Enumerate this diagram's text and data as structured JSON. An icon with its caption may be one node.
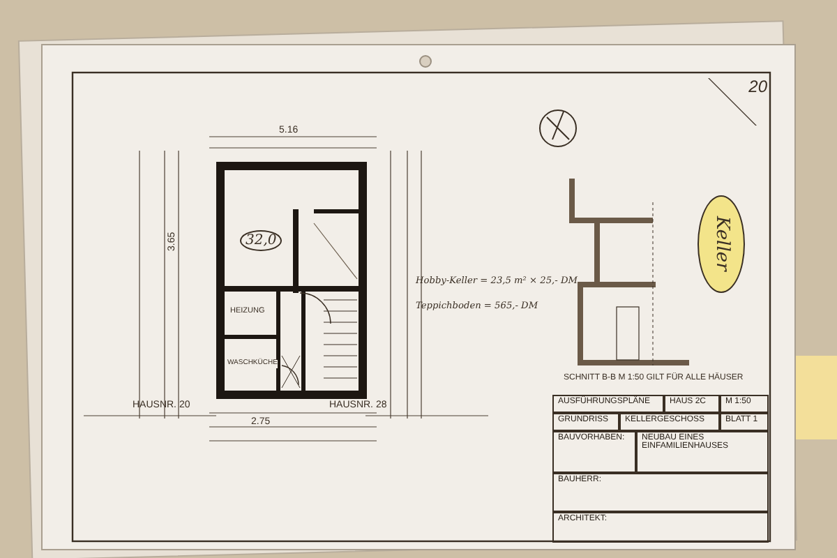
{
  "diagram": {
    "nodes": [
      {
        "text": [
          "HEIZUNG"
        ]
      },
      {
        "text": [
          "32,0"
        ]
      },
      {
        "text": [
          "WASCHKÜCHE"
        ]
      },
      {
        "text": [
          "20"
        ]
      },
      {
        "text": [
          "Keller"
        ]
      }
    ],
    "labels": [
      "5.16",
      "2.75",
      "3.65",
      "Hobby-Keller = 23,5 m² × 25,- DM",
      "Teppichboden = 565,- DM",
      "SCHNITT B-B M 1:50 GILT FÜR ALLE HÄUSER",
      "HAUSNR. 20",
      "HAUSNR. 28",
      "AUSFÜHRUNGSPLÄNE",
      "HAUS 2C",
      "M 1:50",
      "GRUNDRISS",
      "KELLERGESCHOSS",
      "BLATT 1",
      "BAUVORHABEN:",
      "NEUBAU EINES EINFAMILIENHAUSES",
      "BAUHERR:",
      "ARCHITEKT:"
    ]
  }
}
